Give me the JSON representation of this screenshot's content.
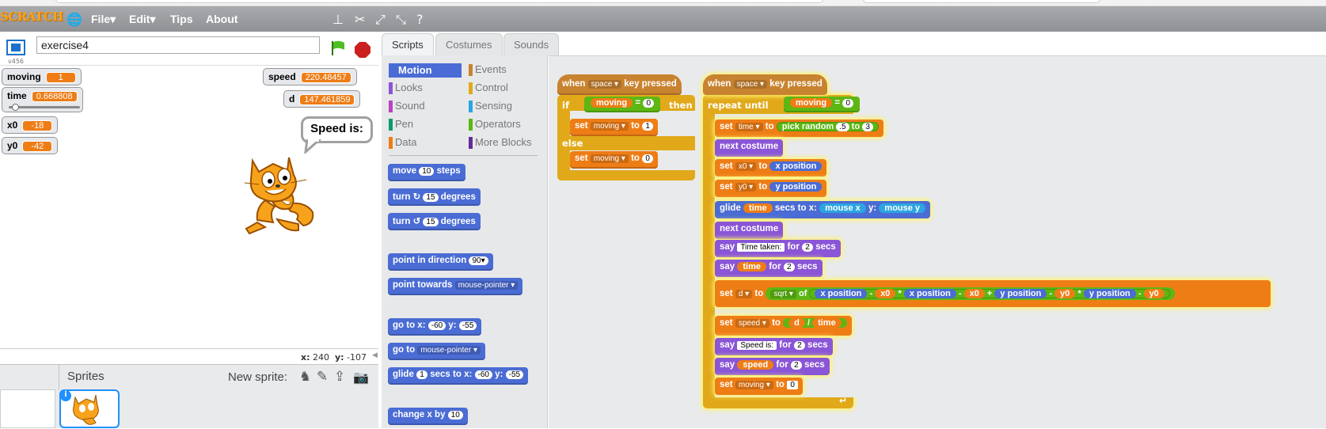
{
  "app": {
    "logo": "SCRATCH",
    "version": "v456"
  },
  "menu": {
    "file": "File▾",
    "edit": "Edit▾",
    "tips": "Tips",
    "about": "About"
  },
  "project": {
    "title": "exercise4"
  },
  "tabs": {
    "scripts": "Scripts",
    "costumes": "Costumes",
    "sounds": "Sounds"
  },
  "monitors": {
    "moving": {
      "label": "moving",
      "value": "1"
    },
    "time": {
      "label": "time",
      "value": "0.668808"
    },
    "x0": {
      "label": "x0",
      "value": "-18"
    },
    "y0": {
      "label": "y0",
      "value": "-42"
    },
    "speed": {
      "label": "speed",
      "value": "220.48457"
    },
    "d": {
      "label": "d",
      "value": "147.461859"
    }
  },
  "speech": "Speed is:",
  "coords": {
    "x_label": "x:",
    "x": "240",
    "y_label": "y:",
    "y": "-107"
  },
  "sprites": {
    "label": "Sprites",
    "new_sprite": "New sprite:"
  },
  "categories": {
    "motion": "Motion",
    "looks": "Looks",
    "sound": "Sound",
    "pen": "Pen",
    "data": "Data",
    "events": "Events",
    "control": "Control",
    "sensing": "Sensing",
    "operators": "Operators",
    "more": "More Blocks"
  },
  "palette": {
    "move": "move",
    "steps": "steps",
    "move_n": "10",
    "turn": "turn",
    "degrees": "degrees",
    "turn_n": "15",
    "point_dir": "point in direction",
    "dir_n": "90▾",
    "point_towards": "point towards",
    "towards_target": "mouse-pointer ▾",
    "goto": "go to x:",
    "goto_y": "y:",
    "goto_x_n": "-60",
    "goto_y_n": "-55",
    "goto_to": "go to",
    "goto_target": "mouse-pointer ▾",
    "glide": "glide",
    "glide_n": "1",
    "glide_secs": "secs to x:",
    "glide_x": "-60",
    "glide_y_label": "y:",
    "glide_y": "-55",
    "change_x": "change x by",
    "change_x_n": "10"
  },
  "script1": {
    "hat": "when",
    "hat_key": "space ▾",
    "hat_tail": "key pressed",
    "if": "if",
    "then": "then",
    "else": "else",
    "cond_var": "moving",
    "eq": "=",
    "cond_val": "0",
    "set": "set",
    "to": "to",
    "var": "moving ▾",
    "val1": "1",
    "val0": "0"
  },
  "script2": {
    "hat": "when",
    "hat_key": "space ▾",
    "hat_tail": "key pressed",
    "repeat": "repeat until",
    "cond_var": "moving",
    "eq": "=",
    "cond_val": "0",
    "set": "set",
    "to": "to",
    "time_var": "time ▾",
    "pick": "pick random",
    "pick_a": ".5",
    "pick_to": "to",
    "pick_b": "3",
    "next_costume": "next costume",
    "x0_var": "x0 ▾",
    "x_pos": "x position",
    "y0_var": "y0 ▾",
    "y_pos": "y position",
    "glide": "glide",
    "time": "time",
    "glide_secs": "secs to x:",
    "mouse_x": "mouse x",
    "glide_y": "y:",
    "mouse_y": "mouse y",
    "say": "say",
    "for": "for",
    "secs": "secs",
    "say1_text": "Time taken:",
    "say_n": "2",
    "d_var": "d ▾",
    "sqrt": "sqrt ▾",
    "of": "of",
    "minus": "-",
    "times": "*",
    "plus": "+",
    "x0": "x0",
    "y0": "y0",
    "speed_var": "speed ▾",
    "d": "d",
    "div": "/",
    "say2_text": "Speed is:",
    "speed": "speed",
    "moving_var": "moving ▾",
    "final_val": "0"
  }
}
